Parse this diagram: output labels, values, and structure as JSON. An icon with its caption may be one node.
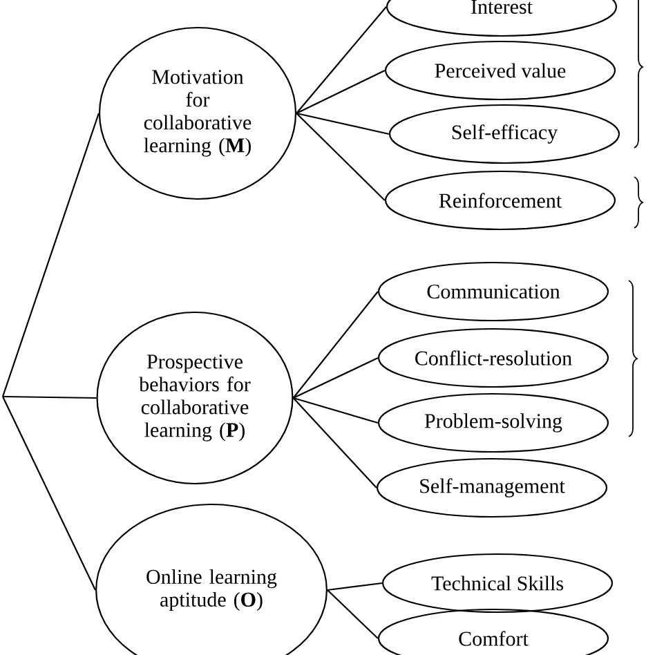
{
  "diagram": {
    "nodes": [
      {
        "text": [
          "Motivation for collaborative learning (**M**)"
        ]
      },
      {
        "text": [
          "Interest"
        ]
      },
      {
        "text": [
          "Perceived value"
        ]
      },
      {
        "text": [
          "Self-efficacy"
        ]
      },
      {
        "text": [
          "Reinforcement"
        ]
      },
      {
        "text": [
          "Prospective behaviors for collaborative learning (**P**)"
        ]
      },
      {
        "text": [
          "Communication"
        ]
      },
      {
        "text": [
          "Conflict-resolution"
        ]
      },
      {
        "text": [
          "Problem-solving"
        ]
      },
      {
        "text": [
          "Self-management"
        ]
      },
      {
        "text": [
          "Online learning aptitude (**O**)"
        ]
      },
      {
        "text": [
          "Technical Skills"
        ]
      },
      {
        "text": [
          "Comfort"
        ]
      }
    ],
    "edges": [
      {
        "from": null,
        "to": 0,
        "arrow": "none"
      },
      {
        "from": null,
        "to": 5,
        "arrow": "none"
      },
      {
        "from": null,
        "to": 10,
        "arrow": "none"
      },
      {
        "from": 0,
        "to": 1,
        "arrow": "none"
      },
      {
        "from": 0,
        "to": 2,
        "arrow": "none"
      },
      {
        "from": 0,
        "to": 3,
        "arrow": "none"
      },
      {
        "from": 0,
        "to": 4,
        "arrow": "none"
      },
      {
        "from": 5,
        "to": 6,
        "arrow": "none"
      },
      {
        "from": 5,
        "to": 7,
        "arrow": "none"
      },
      {
        "from": 5,
        "to": 8,
        "arrow": "none"
      },
      {
        "from": 5,
        "to": 9,
        "arrow": "none"
      },
      {
        "from": 10,
        "to": 11,
        "arrow": "none"
      },
      {
        "from": 10,
        "to": 12,
        "arrow": "none"
      }
    ]
  }
}
